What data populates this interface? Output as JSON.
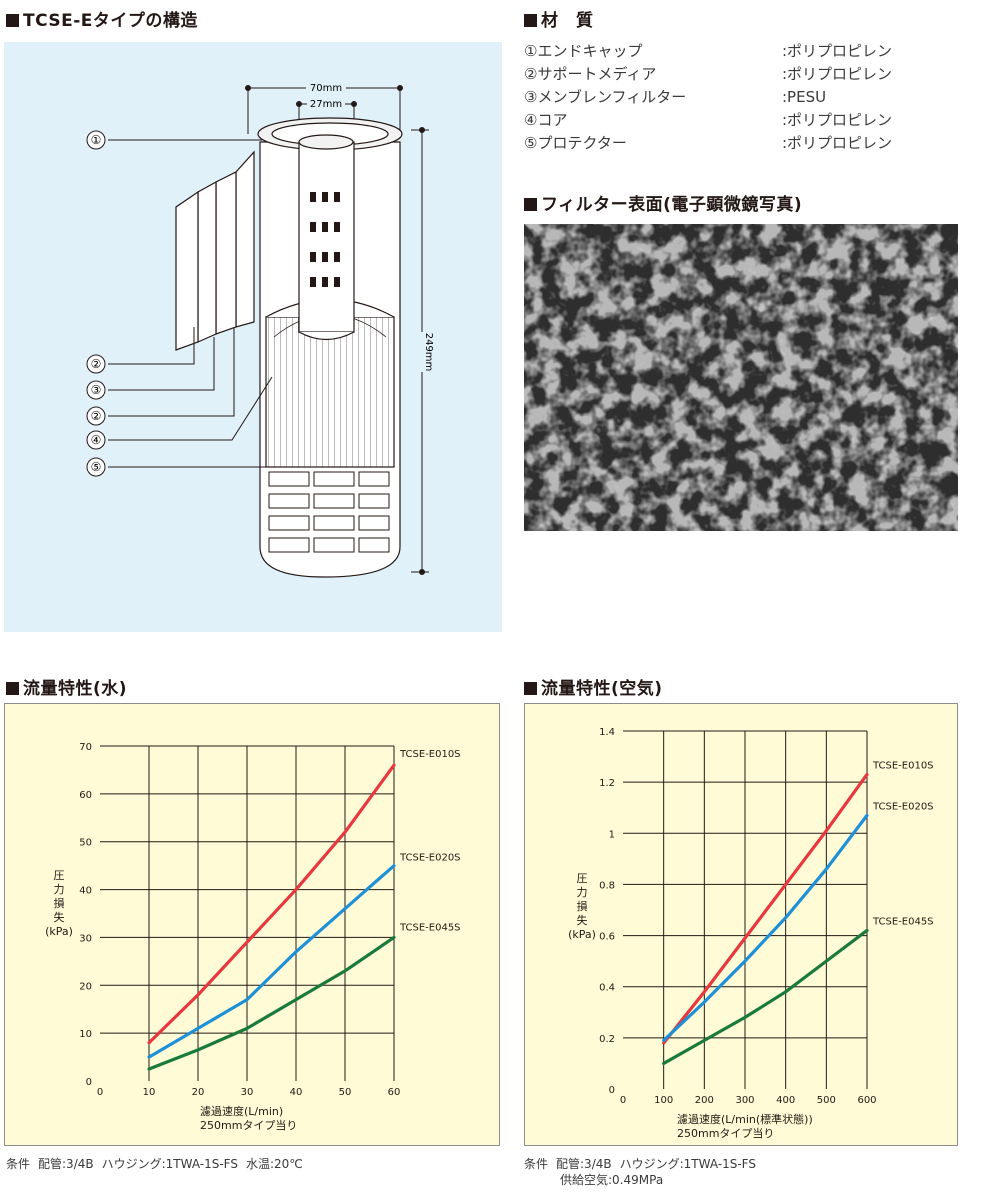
{
  "headings": {
    "structure": "TCSE-Eタイプの構造",
    "materials": "材　質",
    "sem": "フィルター表面(電子顕微鏡写真)",
    "water": "流量特性(水)",
    "air": "流量特性(空気)"
  },
  "structure": {
    "dim_outer": "70mm",
    "dim_inner": "27mm",
    "dim_height": "249mm",
    "callouts": [
      "①",
      "②",
      "③",
      "②",
      "④",
      "⑤"
    ]
  },
  "materials": [
    {
      "part": "①エンドキャップ",
      "value": ":ポリプロピレン"
    },
    {
      "part": "②サポートメディア",
      "value": ":ポリプロピレン"
    },
    {
      "part": "③メンブレンフィルター",
      "value": ":PESU"
    },
    {
      "part": "④コア",
      "value": ":ポリプロピレン"
    },
    {
      "part": "⑤プロテクター",
      "value": ":ポリプロピレン"
    }
  ],
  "water_conditions": {
    "label": "条件",
    "piping": "配管:3/4B",
    "housing": "ハウジング:1TWA-1S-FS",
    "temp": "水温:20℃"
  },
  "air_conditions": {
    "label": "条件",
    "piping": "配管:3/4B",
    "housing": "ハウジング:1TWA-1S-FS",
    "supply": "供給空気:0.49MPa"
  },
  "colors": {
    "panel_blue": "#e1f1fa",
    "panel_yellow": "#fffbd6",
    "red": "#e8383d",
    "blue": "#1e90d6",
    "green": "#1a7a3c"
  },
  "chart_data": [
    {
      "type": "line",
      "title": "流量特性(水)",
      "xlabel": "濾過速度(L/min)",
      "xlabel2": "250mmタイプ当り",
      "ylabel": [
        "圧",
        "力",
        "損",
        "失",
        "(kPa)"
      ],
      "xlim": [
        0,
        60
      ],
      "ylim": [
        0,
        70
      ],
      "xticks": [
        0,
        10,
        20,
        30,
        40,
        50,
        60
      ],
      "yticks": [
        0,
        10,
        20,
        30,
        40,
        50,
        60,
        70
      ],
      "grid": true,
      "series": [
        {
          "name": "TCSE-E010S",
          "color": "#e8383d",
          "x": [
            10,
            20,
            30,
            40,
            50,
            60
          ],
          "y": [
            8,
            18,
            29,
            40,
            52,
            66
          ]
        },
        {
          "name": "TCSE-E020S",
          "color": "#1e90d6",
          "x": [
            10,
            20,
            30,
            40,
            50,
            60
          ],
          "y": [
            5,
            11,
            17,
            27,
            36,
            45
          ]
        },
        {
          "name": "TCSE-E045S",
          "color": "#1a7a3c",
          "x": [
            10,
            20,
            30,
            40,
            50,
            60
          ],
          "y": [
            2.5,
            6.5,
            11,
            17,
            23,
            30
          ]
        }
      ]
    },
    {
      "type": "line",
      "title": "流量特性(空気)",
      "xlabel": "濾過速度(L/min(標準状態))",
      "xlabel2": "250mmタイプ当り",
      "ylabel": [
        "圧",
        "力",
        "損",
        "失",
        "(kPa)"
      ],
      "xlim": [
        0,
        600
      ],
      "ylim": [
        0,
        1.4
      ],
      "xticks": [
        0,
        100,
        200,
        300,
        400,
        500,
        600
      ],
      "yticks": [
        0,
        0.2,
        0.4,
        0.6,
        0.8,
        1,
        1.2,
        1.4
      ],
      "grid": true,
      "series": [
        {
          "name": "TCSE-E010S",
          "color": "#e8383d",
          "x": [
            100,
            200,
            300,
            400,
            500,
            600
          ],
          "y": [
            0.18,
            0.38,
            0.59,
            0.8,
            1.01,
            1.23
          ]
        },
        {
          "name": "TCSE-E020S",
          "color": "#1e90d6",
          "x": [
            100,
            200,
            300,
            400,
            500,
            600
          ],
          "y": [
            0.19,
            0.34,
            0.5,
            0.67,
            0.86,
            1.07
          ]
        },
        {
          "name": "TCSE-E045S",
          "color": "#1a7a3c",
          "x": [
            100,
            200,
            300,
            400,
            500,
            600
          ],
          "y": [
            0.1,
            0.19,
            0.28,
            0.38,
            0.5,
            0.62
          ]
        }
      ]
    }
  ]
}
